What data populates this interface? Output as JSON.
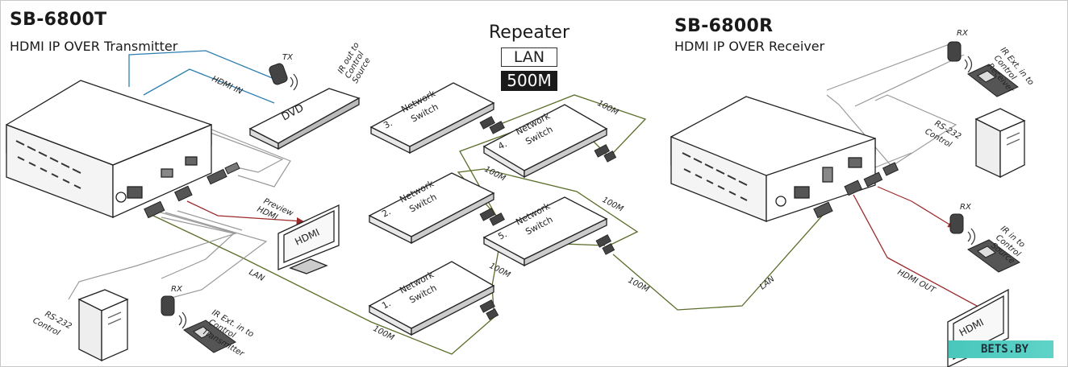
{
  "transmitter": {
    "model": "SB-6800T",
    "description": "HDMI IP OVER Transmitter"
  },
  "receiver": {
    "model": "SB-6800R",
    "description": "HDMI IP OVER Receiver"
  },
  "repeater": {
    "label": "Repeater",
    "network": "LAN",
    "speed": "500M"
  },
  "switches": [
    {
      "number": "3.",
      "line1": "Network",
      "line2": "Switch"
    },
    {
      "number": "4.",
      "line1": "Network",
      "line2": "Switch"
    },
    {
      "number": "2.",
      "line1": "Network",
      "line2": "Switch"
    },
    {
      "number": "5.",
      "line1": "Network",
      "line2": "Switch"
    },
    {
      "number": "1.",
      "line1": "Network",
      "line2": "Switch"
    }
  ],
  "devices": {
    "dvd": "DVD",
    "hdmi_display": "HDMI",
    "tx_sensor": "TX",
    "rx_sensor": "RX"
  },
  "connections": {
    "hdmi_in": "HDMI IN",
    "ir_out": [
      "IR out to",
      "Control",
      "Source"
    ],
    "preview": [
      "Preview",
      "HDMI"
    ],
    "lan": "LAN",
    "rs232": [
      "RS-232",
      "Control"
    ],
    "ir_ext_tx": [
      "IR Ext. in to",
      "Control",
      "Transmitter"
    ],
    "ir_ext_rx": [
      "IR Ext. in to",
      "Control",
      "Receiver"
    ],
    "ir_in": [
      "IR in to",
      "Control",
      "Source"
    ],
    "hdmi_out": "HDMI OUT",
    "link_speed": "100M"
  },
  "brand": "BETS.BY",
  "colors": {
    "lan": "#5a6e2a",
    "hdmi_in": "#2f7fb0",
    "hdmi_out": "#9b2a2a",
    "rs232": "#8a8a8a",
    "device": "#2a2a2a"
  }
}
